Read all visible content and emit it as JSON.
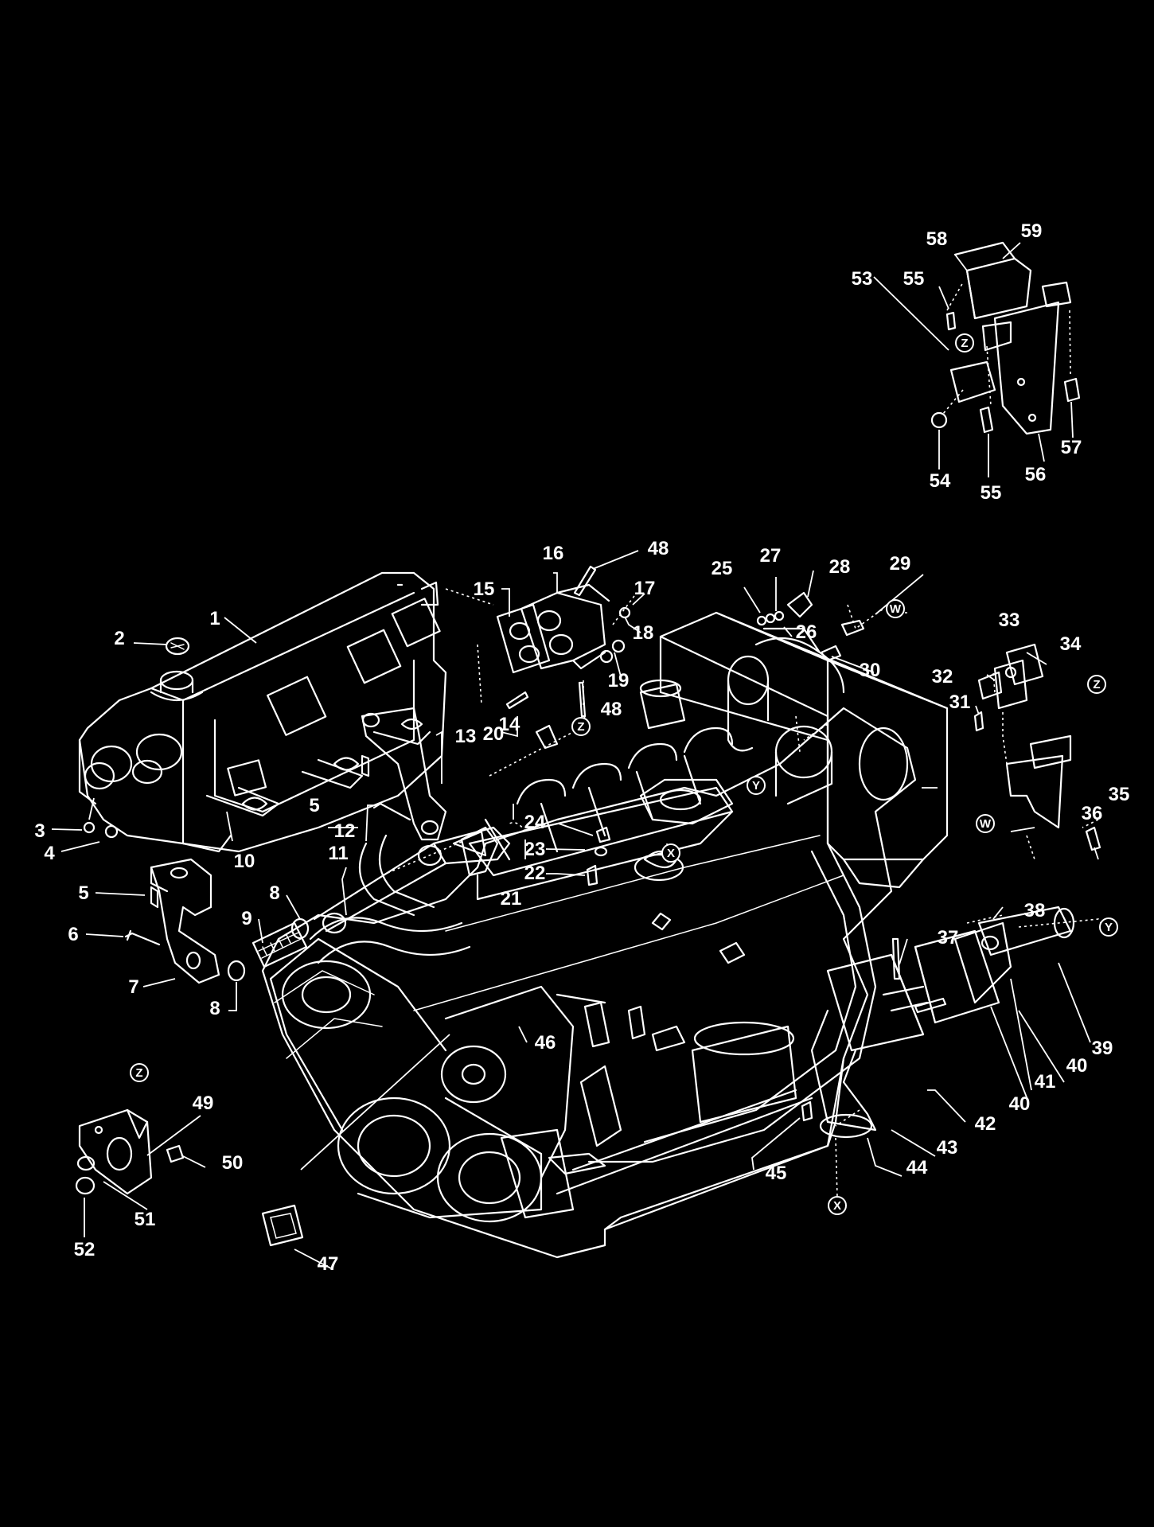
{
  "callouts": [
    {
      "id": "1",
      "text": "1"
    },
    {
      "id": "2",
      "text": "2"
    },
    {
      "id": "3",
      "text": "3"
    },
    {
      "id": "4",
      "text": "4"
    },
    {
      "id": "5a",
      "text": "5"
    },
    {
      "id": "5b",
      "text": "5"
    },
    {
      "id": "6",
      "text": "6"
    },
    {
      "id": "7",
      "text": "7"
    },
    {
      "id": "8a",
      "text": "8"
    },
    {
      "id": "8b",
      "text": "8"
    },
    {
      "id": "9",
      "text": "9"
    },
    {
      "id": "10",
      "text": "10"
    },
    {
      "id": "11",
      "text": "11"
    },
    {
      "id": "12",
      "text": "12"
    },
    {
      "id": "13",
      "text": "13"
    },
    {
      "id": "14",
      "text": "14"
    },
    {
      "id": "15",
      "text": "15"
    },
    {
      "id": "16",
      "text": "16"
    },
    {
      "id": "17",
      "text": "17"
    },
    {
      "id": "18",
      "text": "18"
    },
    {
      "id": "19",
      "text": "19"
    },
    {
      "id": "20",
      "text": "20"
    },
    {
      "id": "21",
      "text": "21"
    },
    {
      "id": "22",
      "text": "22"
    },
    {
      "id": "23",
      "text": "23"
    },
    {
      "id": "24",
      "text": "24"
    },
    {
      "id": "25",
      "text": "25"
    },
    {
      "id": "26",
      "text": "26"
    },
    {
      "id": "27",
      "text": "27"
    },
    {
      "id": "28",
      "text": "28"
    },
    {
      "id": "29",
      "text": "29"
    },
    {
      "id": "30",
      "text": "30"
    },
    {
      "id": "31",
      "text": "31"
    },
    {
      "id": "32",
      "text": "32"
    },
    {
      "id": "33",
      "text": "33"
    },
    {
      "id": "34",
      "text": "34"
    },
    {
      "id": "35",
      "text": "35"
    },
    {
      "id": "36",
      "text": "36"
    },
    {
      "id": "37",
      "text": "37"
    },
    {
      "id": "38",
      "text": "38"
    },
    {
      "id": "39",
      "text": "39"
    },
    {
      "id": "40a",
      "text": "40"
    },
    {
      "id": "40b",
      "text": "40"
    },
    {
      "id": "41",
      "text": "41"
    },
    {
      "id": "42",
      "text": "42"
    },
    {
      "id": "43",
      "text": "43"
    },
    {
      "id": "44",
      "text": "44"
    },
    {
      "id": "45",
      "text": "45"
    },
    {
      "id": "46",
      "text": "46"
    },
    {
      "id": "47",
      "text": "47"
    },
    {
      "id": "48a",
      "text": "48"
    },
    {
      "id": "48b",
      "text": "48"
    },
    {
      "id": "49",
      "text": "49"
    },
    {
      "id": "50",
      "text": "50"
    },
    {
      "id": "51",
      "text": "51"
    },
    {
      "id": "52",
      "text": "52"
    },
    {
      "id": "53",
      "text": "53"
    },
    {
      "id": "54",
      "text": "54"
    },
    {
      "id": "55a",
      "text": "55"
    },
    {
      "id": "55b",
      "text": "55"
    },
    {
      "id": "56",
      "text": "56"
    },
    {
      "id": "57",
      "text": "57"
    },
    {
      "id": "58",
      "text": "58"
    },
    {
      "id": "59",
      "text": "59"
    }
  ],
  "reference_markers": [
    {
      "id": "W1",
      "text": "W"
    },
    {
      "id": "W2",
      "text": "W"
    },
    {
      "id": "Z1",
      "text": "Z"
    },
    {
      "id": "Z2",
      "text": "Z"
    },
    {
      "id": "Z3",
      "text": "Z"
    },
    {
      "id": "Z4",
      "text": "Z"
    },
    {
      "id": "X1",
      "text": "X"
    },
    {
      "id": "X2",
      "text": "X"
    },
    {
      "id": "Y1",
      "text": "Y"
    },
    {
      "id": "Y2",
      "text": "Y"
    }
  ],
  "colors": {
    "background": "#000000",
    "linework": "#ffffff"
  }
}
